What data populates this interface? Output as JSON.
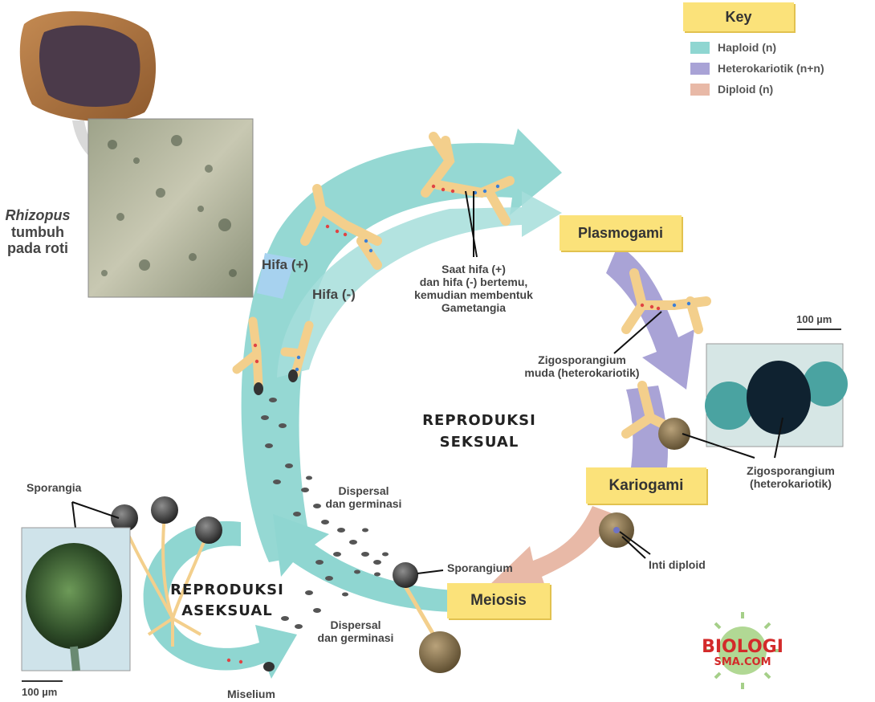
{
  "key": {
    "title": "Key",
    "items": [
      {
        "label": "Haploid (n)",
        "color": "#8fd6d1"
      },
      {
        "label": "Heterokariotik (n+n)",
        "color": "#a9a3d6"
      },
      {
        "label": "Diploid (n)",
        "color": "#e8b9a7"
      }
    ]
  },
  "photo_caption": {
    "italic": "Rhizopus",
    "line2": "tumbuh",
    "line3": "pada roti"
  },
  "stages": {
    "plasmogami": "Plasmogami",
    "kariogami": "Kariogami",
    "meiosis": "Meiosis"
  },
  "labels": {
    "hifa_plus": "Hifa (+)",
    "hifa_minus": "Hifa (-)",
    "gametangia": [
      "Saat hifa (+)",
      "dan hifa (-) bertemu,",
      "kemudian membentuk",
      "Gametangia"
    ],
    "zigo_muda": [
      "Zigosporangium",
      "muda (heterokariotik)"
    ],
    "zigo": [
      "Zigosporangium",
      "(heterokariotik)"
    ],
    "inti_diploid": "Inti diploid",
    "sporangium": "Sporangium",
    "sporangia": "Sporangia",
    "dispersal_top": [
      "Dispersal",
      "dan germinasi"
    ],
    "dispersal_bottom": [
      "Dispersal",
      "dan germinasi"
    ],
    "miselium": "Miselium",
    "scale_right": "100 µm",
    "scale_left": "100 µm"
  },
  "titles": {
    "sexual": [
      "REPRODUKSI",
      "SEKSUAL"
    ],
    "asexual": [
      "REPRODUKSI",
      "ASEKSUAL"
    ]
  },
  "watermark": {
    "line1": "BIOLOGI",
    "line2": "SMA.COM"
  },
  "colors": {
    "haploid": "#8fd6d1",
    "hetero": "#a9a3d6",
    "diploid": "#e8b9a7",
    "hypha": "#f3cf8c",
    "stage_box": "#fbe27a"
  }
}
